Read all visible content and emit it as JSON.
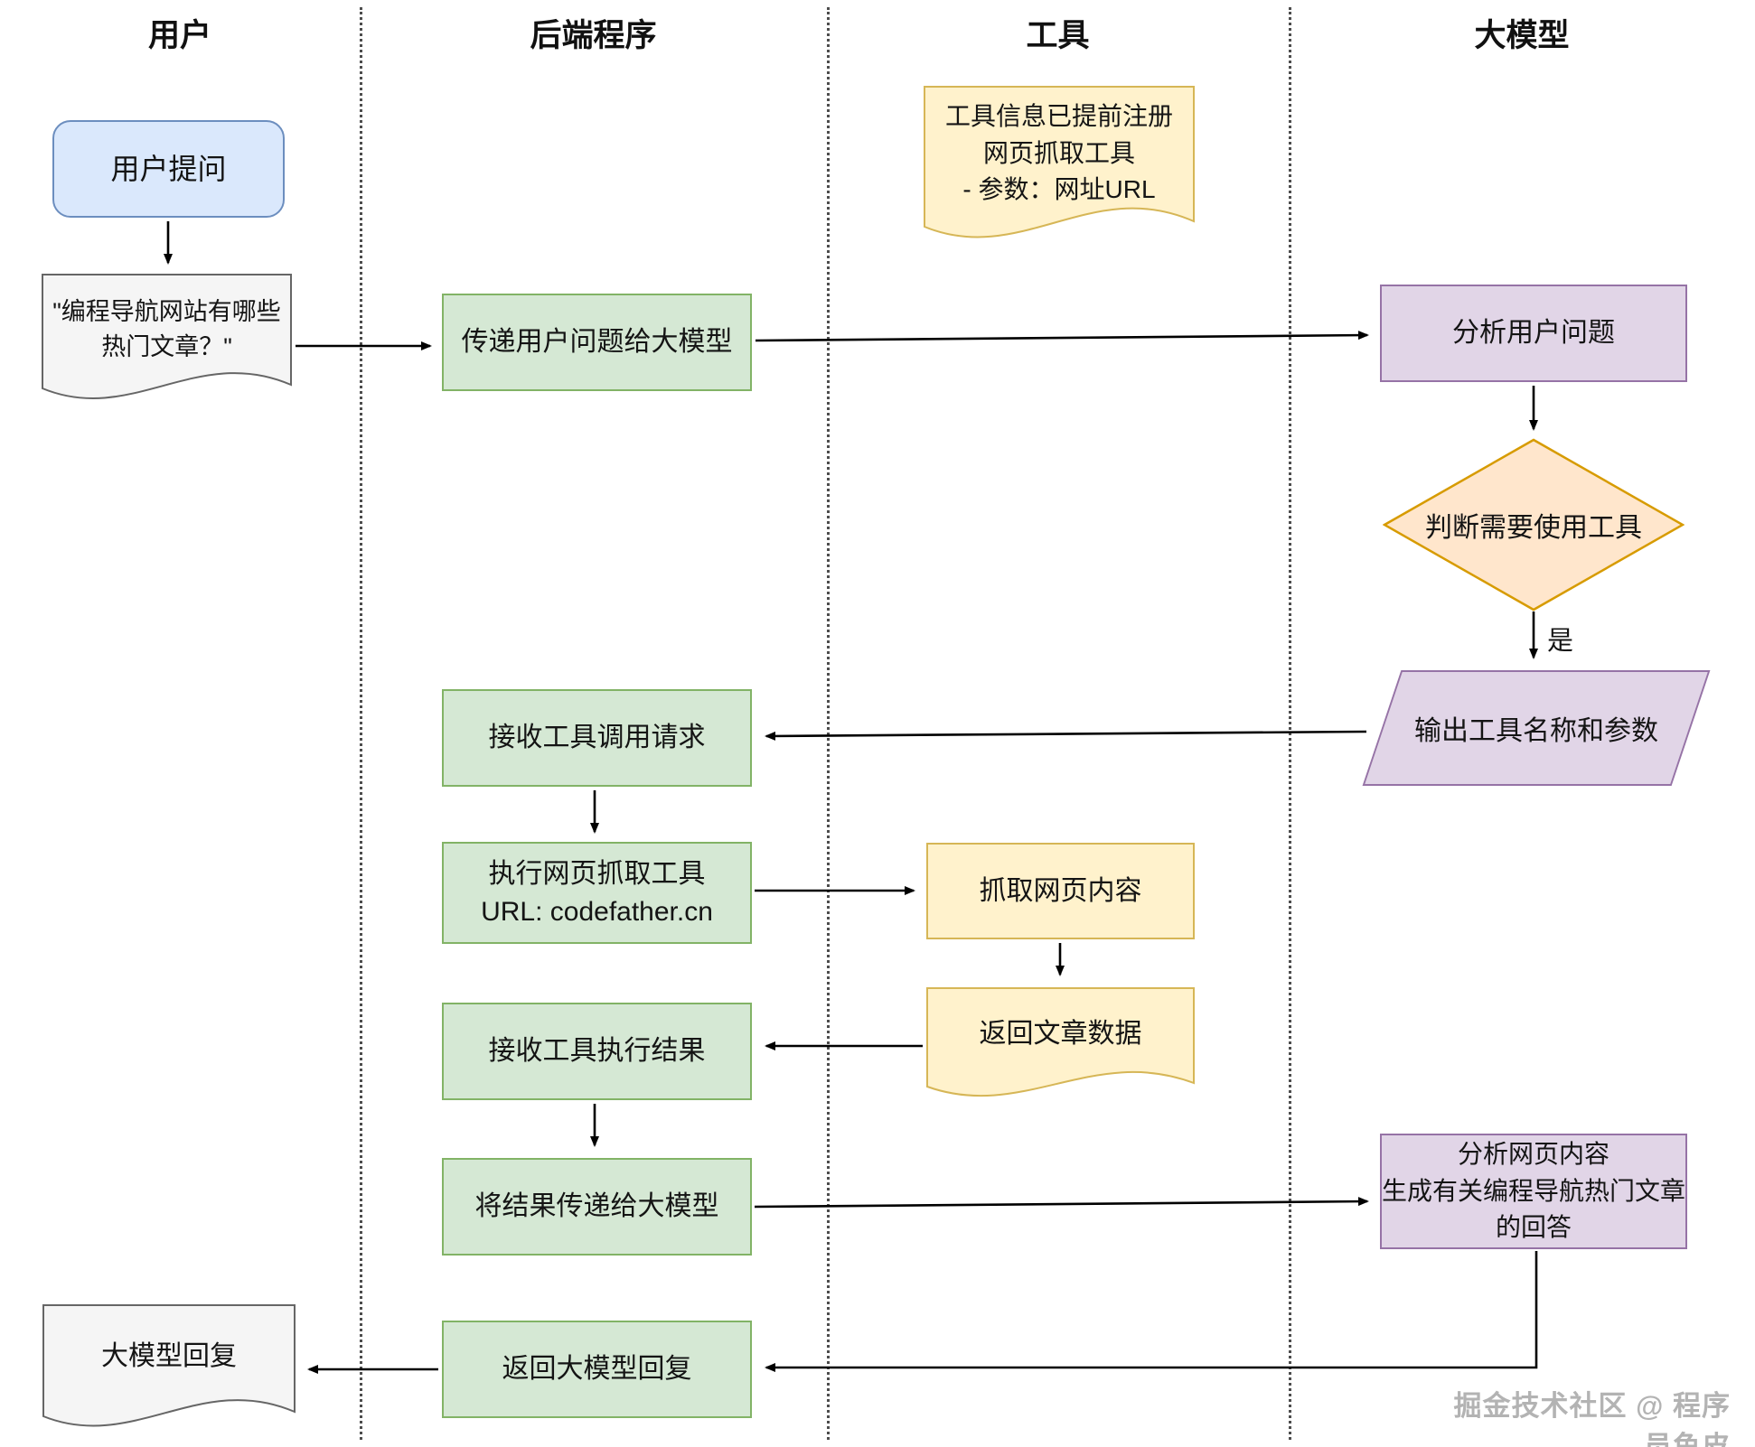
{
  "diagram": {
    "lanes": [
      {
        "label": "用户"
      },
      {
        "label": "后端程序"
      },
      {
        "label": "工具"
      },
      {
        "label": "大模型"
      }
    ],
    "nodes": {
      "user_question": {
        "label": "用户提问",
        "shape": "rounded-rect",
        "color": "#dae8fc"
      },
      "user_question_doc": {
        "label": "\"编程导航网站有哪些热门文章？\"",
        "shape": "document",
        "color": "#f5f5f5"
      },
      "pass_question": {
        "label": "传递用户问题给大模型",
        "shape": "rect",
        "color": "#d5e8d4"
      },
      "tool_note": {
        "label": "工具信息已提前注册\n网页抓取工具\n- 参数：网址URL",
        "shape": "document",
        "color": "#fff2cc"
      },
      "analyze_question": {
        "label": "分析用户问题",
        "shape": "rect",
        "color": "#e1d5e7"
      },
      "decide_tool": {
        "label": "判断需要使用工具",
        "shape": "diamond",
        "color": "#ffe6cc"
      },
      "output_tool_params": {
        "label": "输出工具名称和参数",
        "shape": "parallelogram",
        "color": "#e1d5e7"
      },
      "receive_tool_request": {
        "label": "接收工具调用请求",
        "shape": "rect",
        "color": "#d5e8d4"
      },
      "execute_scrape_tool": {
        "label": "执行网页抓取工具\nURL: codefather.cn",
        "shape": "rect",
        "color": "#d5e8d4"
      },
      "scrape_web_content": {
        "label": "抓取网页内容",
        "shape": "rect",
        "color": "#fff2cc"
      },
      "return_article_data": {
        "label": "返回文章数据",
        "shape": "document",
        "color": "#fff2cc"
      },
      "receive_tool_result": {
        "label": "接收工具执行结果",
        "shape": "rect",
        "color": "#d5e8d4"
      },
      "pass_result_to_llm": {
        "label": "将结果传递给大模型",
        "shape": "rect",
        "color": "#d5e8d4"
      },
      "analyze_web_content": {
        "label": "分析网页内容\n生成有关编程导航热门文章\n的回答",
        "shape": "rect",
        "color": "#e1d5e7"
      },
      "return_llm_reply": {
        "label": "返回大模型回复",
        "shape": "rect",
        "color": "#d5e8d4"
      },
      "llm_reply_doc": {
        "label": "大模型回复",
        "shape": "document",
        "color": "#f5f5f5"
      }
    },
    "edge_labels": {
      "yes": "是"
    },
    "watermark": "掘金技术社区 @ 程序员鱼皮",
    "colors": {
      "blue_fill": "#dae8fc",
      "blue_border": "#6c8ebf",
      "green_fill": "#d5e8d4",
      "green_border": "#82b366",
      "yellow_fill": "#fff2cc",
      "yellow_border": "#d6b656",
      "orange_fill": "#ffe6cc",
      "orange_border": "#d79b00",
      "purple_fill": "#e1d5e7",
      "purple_border": "#9673a6",
      "grey_fill": "#f5f5f5",
      "grey_border": "#666666",
      "arrow": "#000000"
    }
  }
}
